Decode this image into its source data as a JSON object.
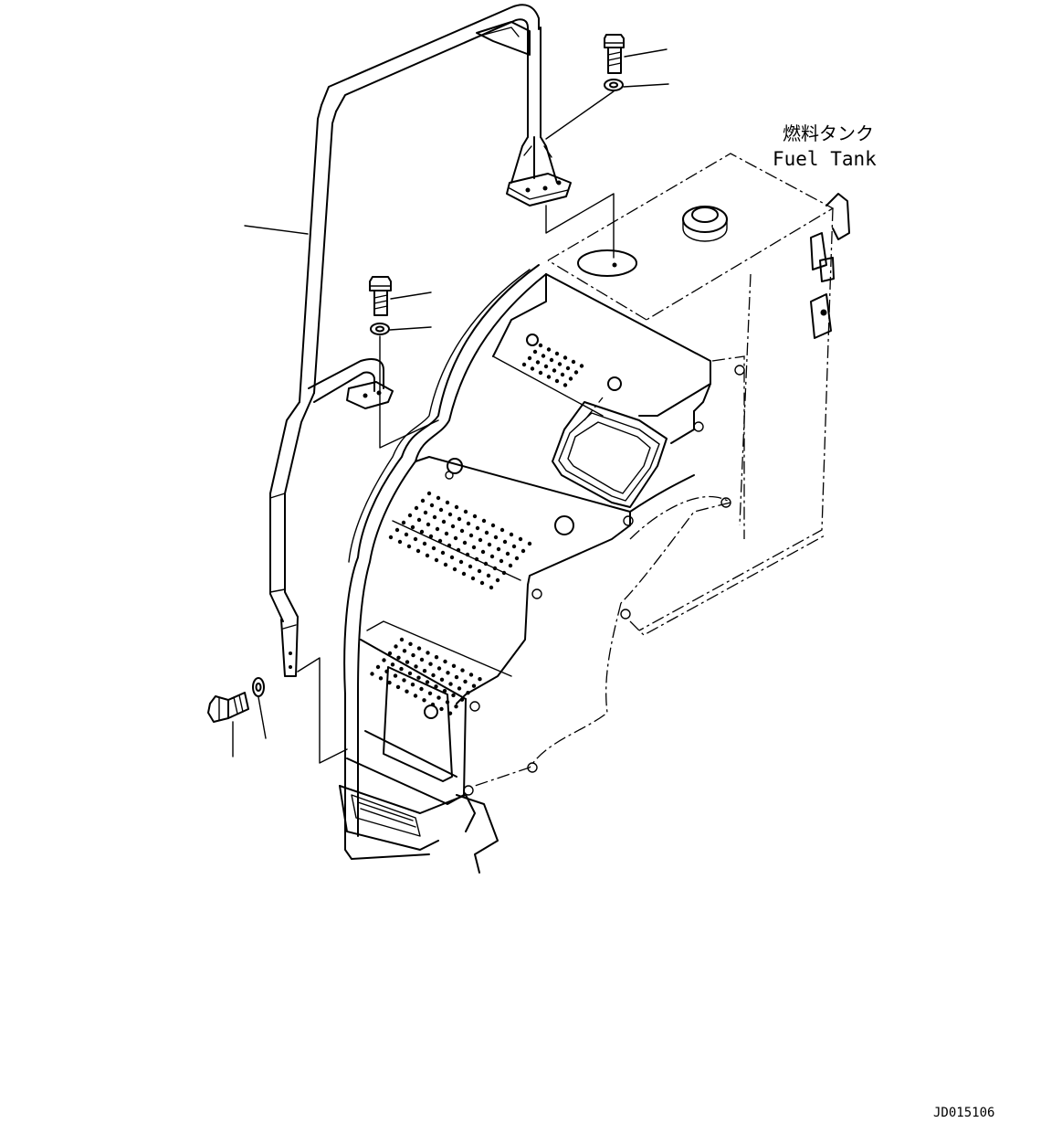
{
  "labels": {
    "tank_jp": "燃料タンク",
    "tank_en": "Fuel Tank",
    "drawing_code": "JD015106"
  }
}
